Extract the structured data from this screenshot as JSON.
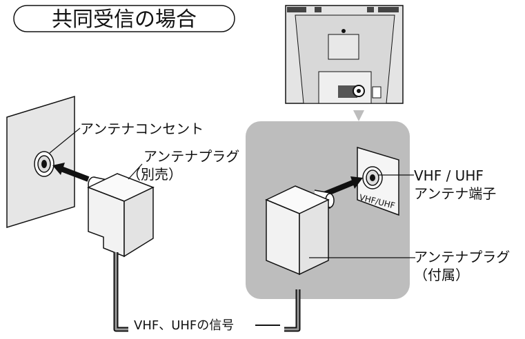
{
  "title": "共同受信の場合",
  "labels": {
    "outlet": "アンテナコンセント",
    "plug_sold_line1": "アンテナプラグ",
    "plug_sold_line2": "（別売）",
    "terminal_line1": "VHF / UHF",
    "terminal_line2": "アンテナ端子",
    "plug_included_line1": "アンテナプラグ",
    "plug_included_line2": "（付属）",
    "panel_marking": "VHF/UHF",
    "cable_signal": "VHF、UHFの信号"
  },
  "colors": {
    "gray_panel": "#bdbdbd",
    "wall_plate": "#e6e6e6",
    "tv_body": "#e4e4e4",
    "ink": "#111111",
    "plug_body": "#f2f2f2"
  }
}
